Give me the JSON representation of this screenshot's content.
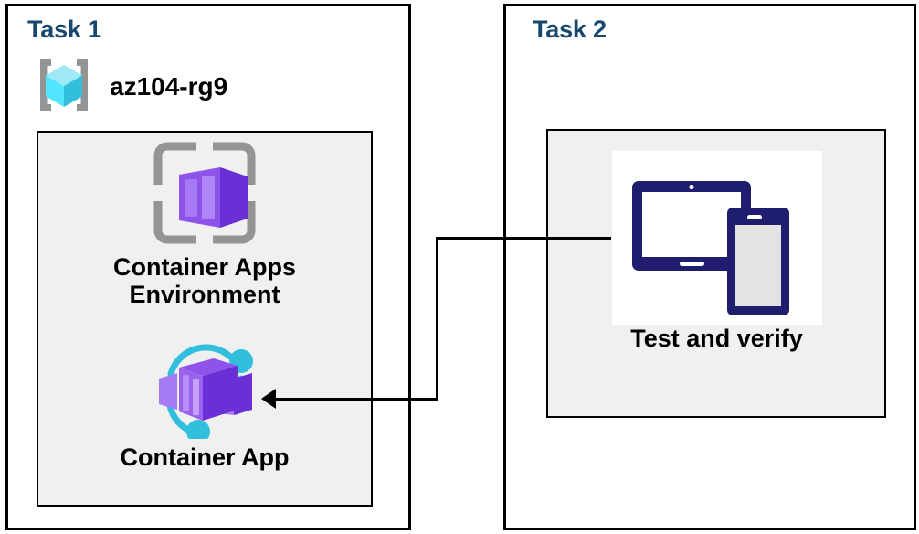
{
  "diagram": {
    "title": "Azure Container Apps lab tasks diagram",
    "colors": {
      "task_title": "#17476e",
      "panel_border": "#000000",
      "inner_bg": "#f0f0f0",
      "azure_cyan_light": "#9fe9f7",
      "azure_cyan": "#50e6ff",
      "azure_cyan_dark": "#32bedd",
      "bracket_gray": "#949494",
      "purple_light": "#a67af4",
      "purple_mid": "#8661c5",
      "purple_dark": "#6b2fd6",
      "device_navy": "#1f1e6e",
      "device_screen_gray": "#e3e3e3"
    }
  },
  "tasks": [
    {
      "id": "task1",
      "title": "Task 1",
      "resource_group": {
        "label": "az104-rg9",
        "icon": "resource-group-icon"
      },
      "items": [
        {
          "id": "container-apps-environment",
          "caption": "Container Apps\nEnvironment",
          "icon": "container-apps-environment-icon"
        },
        {
          "id": "container-app",
          "caption": "Container App",
          "icon": "container-app-icon"
        }
      ]
    },
    {
      "id": "task2",
      "title": "Task 2",
      "items": [
        {
          "id": "test-and-verify",
          "caption": "Test and verify",
          "icon": "devices-icon"
        }
      ]
    }
  ],
  "connector": {
    "id": "test-to-container-app",
    "from": "test-and-verify",
    "to": "container-app",
    "style": "elbow-arrow",
    "direction": "right-to-left"
  }
}
